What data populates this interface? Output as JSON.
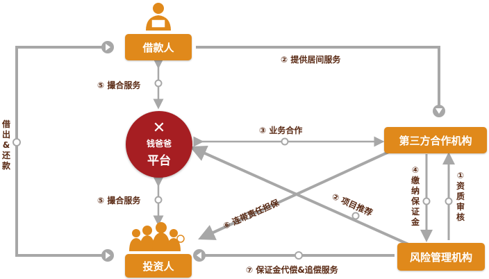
{
  "nodes": {
    "borrower": "借款人",
    "platform": "平台",
    "platform_brand": "钱爸爸",
    "investor": "投资人",
    "third_party": "第三方合作机构",
    "risk_mgmt": "风险管理机构"
  },
  "edges": {
    "e1": "①资质审核",
    "e2a": "② 提供居间服务",
    "e2b": "② 项目推荐",
    "e3": "③ 业务合作",
    "e4": "④缴纳保证金",
    "e5a": "⑤ 撮合服务",
    "e5b": "⑤ 撮合服务",
    "e6": "⑥ 连带责任担保",
    "e7": "⑦ 保证金代偿&追偿服务",
    "loop": "借出&还款"
  },
  "colors": {
    "box": "#e0891b",
    "line": "#a7a7a7",
    "platform": "#a61e22",
    "label": "#5a2a14"
  }
}
